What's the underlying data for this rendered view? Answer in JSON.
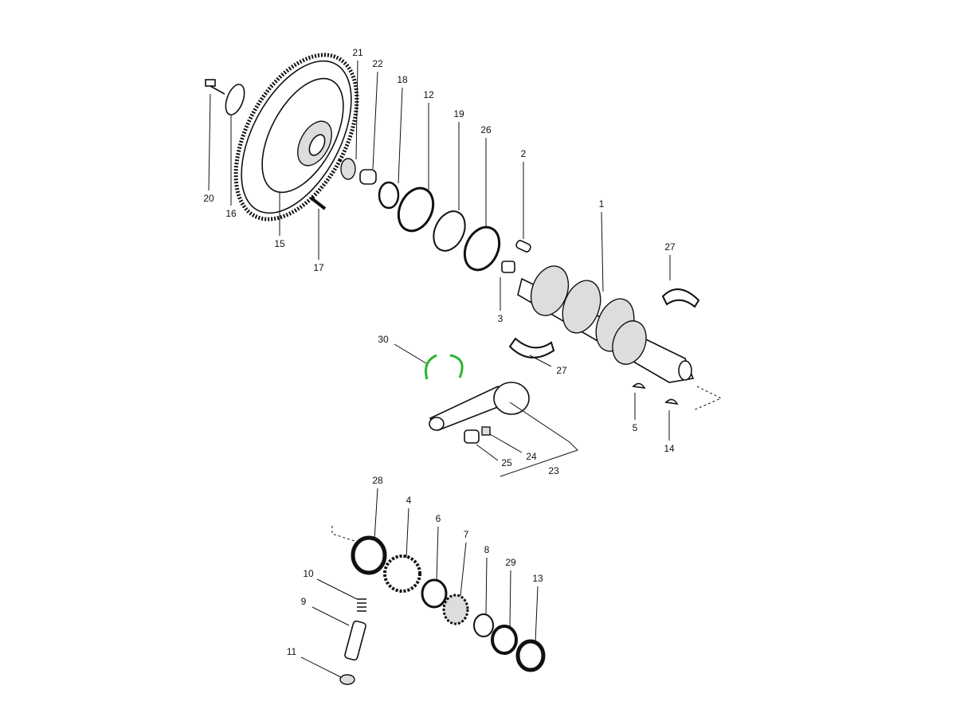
{
  "diagram": {
    "type": "exploded-parts-view",
    "highlight_color": "#2fb52f",
    "highlighted_part": "30",
    "labels": {
      "p1": "1",
      "p2": "2",
      "p3": "3",
      "p4": "4",
      "p5": "5",
      "p6": "6",
      "p7": "7",
      "p8": "8",
      "p9": "9",
      "p10": "10",
      "p11": "11",
      "p12": "12",
      "p13": "13",
      "p14": "14",
      "p15": "15",
      "p16": "16",
      "p17": "17",
      "p18": "18",
      "p19": "19",
      "p20": "20",
      "p21": "21",
      "p22": "22",
      "p23": "23",
      "p24": "24",
      "p25": "25",
      "p26": "26",
      "p27a": "27",
      "p27b": "27",
      "p28": "28",
      "p29": "29",
      "p30": "30"
    }
  }
}
